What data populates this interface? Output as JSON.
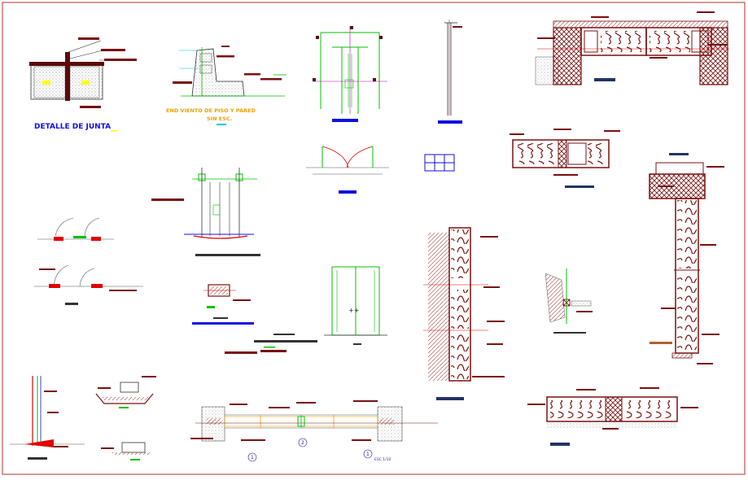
{
  "sheet": {
    "border_color": "#b03030",
    "colors": {
      "maroon": "#7a1010",
      "dark_red": "#5a0a0a",
      "green": "#00c000",
      "blue": "#1010e0",
      "cyan": "#00c8e0",
      "magenta": "#c000c0",
      "orange": "#f0a000",
      "red": "#e00000",
      "hatch": "#a04040",
      "navy": "#223366"
    }
  },
  "labels": {
    "detalle_junta": "DETALLE DE JUNTA",
    "viento_title": "END VIENTO DE PISO Y PARED",
    "viento_sub": "SIN ESC.",
    "circle_1a": "1",
    "circle_2": "2",
    "circle_1b": "1",
    "tiny_note": "ESC 1/10"
  }
}
